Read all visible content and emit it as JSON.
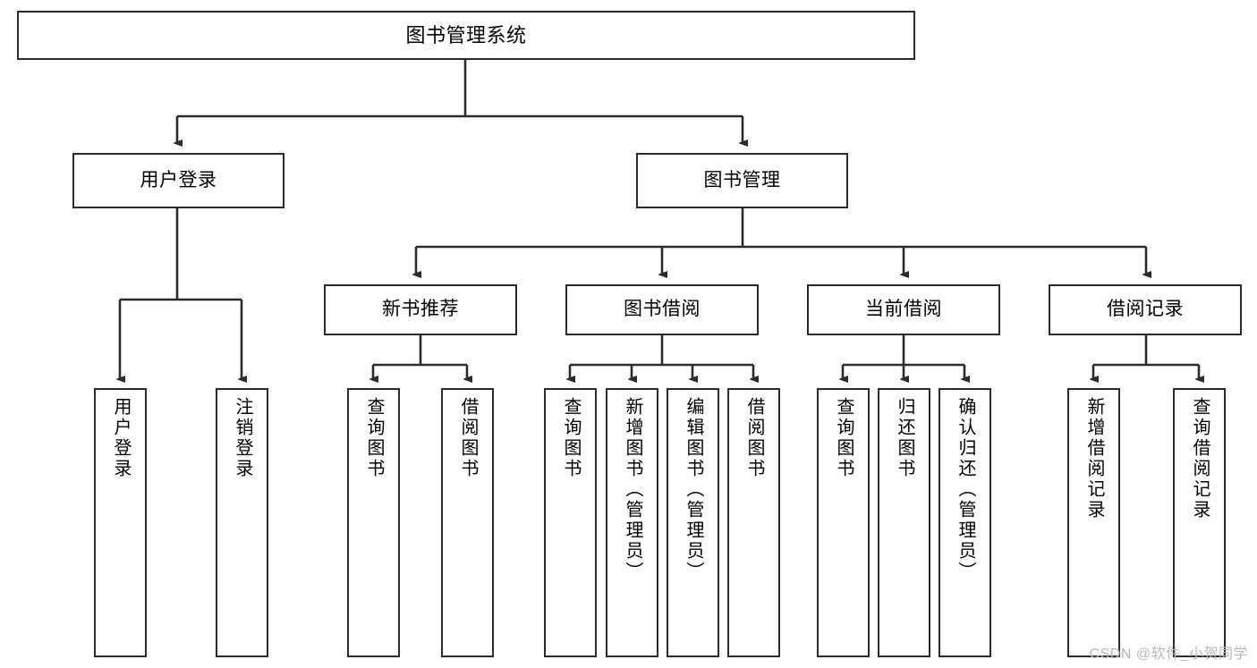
{
  "diagram": {
    "title": "图书管理系统",
    "type": "tree-hierarchy",
    "watermark": "CSDN @软件_小贺同学",
    "colors": {
      "box_border": "#2b2b2b",
      "box_fill": "#ffffff",
      "edge": "#2b2b2b",
      "text": "#000000",
      "watermark": "#b9b9b9",
      "background": "#ffffff"
    },
    "nodes": {
      "root": {
        "label": "图书管理系统"
      },
      "level1": [
        {
          "id": "user-login",
          "label": "用户登录"
        },
        {
          "id": "book-manage",
          "label": "图书管理"
        }
      ],
      "level2": [
        {
          "id": "new-book-recommend",
          "label": "新书推荐"
        },
        {
          "id": "book-borrow",
          "label": "图书借阅"
        },
        {
          "id": "current-borrow",
          "label": "当前借阅"
        },
        {
          "id": "borrow-record",
          "label": "借阅记录"
        }
      ],
      "leaves": {
        "user-login": [
          {
            "id": "leaf-user-login",
            "label": "用户登录"
          },
          {
            "id": "leaf-user-logout",
            "label": "注销登录"
          }
        ],
        "new-book-recommend": [
          {
            "id": "leaf-query-book-1",
            "label": "查询图书"
          },
          {
            "id": "leaf-borrow-book-1",
            "label": "借阅图书"
          }
        ],
        "book-borrow": [
          {
            "id": "leaf-query-book-2",
            "label": "查询图书"
          },
          {
            "id": "leaf-add-book",
            "label": "新增图书（管理员）"
          },
          {
            "id": "leaf-edit-book",
            "label": "编辑图书（管理员）"
          },
          {
            "id": "leaf-borrow-book-2",
            "label": "借阅图书"
          }
        ],
        "current-borrow": [
          {
            "id": "leaf-query-book-3",
            "label": "查询图书"
          },
          {
            "id": "leaf-return-book",
            "label": "归还图书"
          },
          {
            "id": "leaf-confirm-return",
            "label": "确认归还（管理员）"
          }
        ],
        "borrow-record": [
          {
            "id": "leaf-add-record",
            "label": "新增借阅记录"
          },
          {
            "id": "leaf-query-record",
            "label": "查询借阅记录"
          }
        ]
      }
    }
  }
}
